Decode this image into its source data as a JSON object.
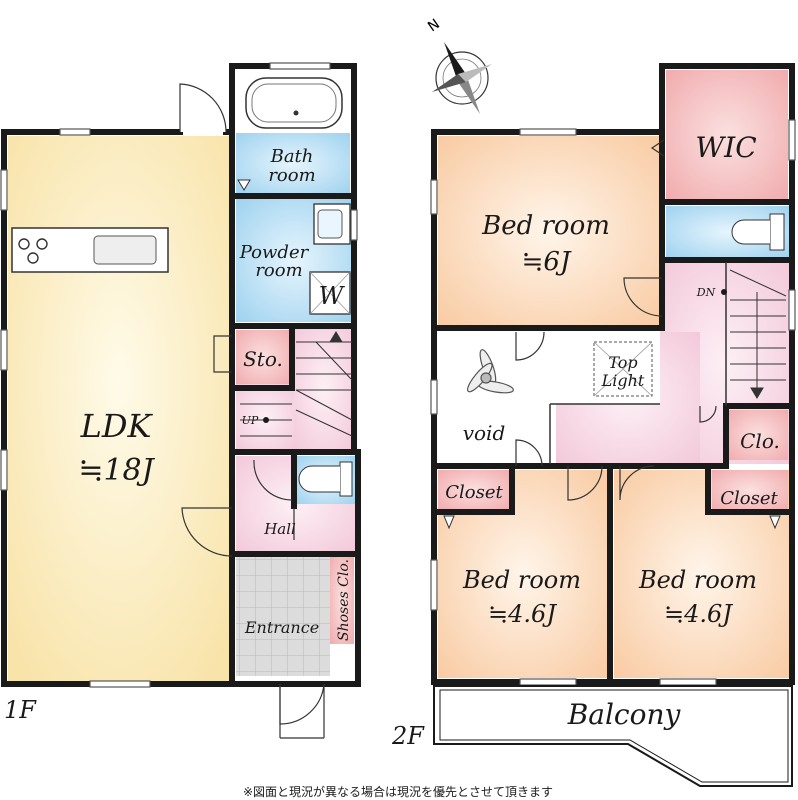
{
  "floor1": {
    "label": "1F",
    "ldk": {
      "name": "LDK",
      "size": "≒18J"
    },
    "bath": {
      "line1": "Bath",
      "line2": "room"
    },
    "powder": {
      "line1": "Powder",
      "line2": "room"
    },
    "washer": "W",
    "storage": "Sto.",
    "up": "UP",
    "hall": "Hall",
    "entrance": "Entrance",
    "shoes": "Shoses Clo."
  },
  "floor2": {
    "label": "2F",
    "wic": "WIC",
    "bed_main": {
      "name": "Bed room",
      "size": "≒6J"
    },
    "top_light": {
      "line1": "Top",
      "line2": "Light"
    },
    "void": "void",
    "dn": "DN",
    "clo": "Clo.",
    "closet_left": "Closet",
    "closet_right": "Closet",
    "bed_left": {
      "name": "Bed room",
      "size": "≒4.6J"
    },
    "bed_right": {
      "name": "Bed room",
      "size": "≒4.6J"
    },
    "balcony": "Balcony"
  },
  "compass": {
    "north": "N"
  },
  "footnote": "※図面と現況が異なる場合は現況を優先とさせて頂きます",
  "colors": {
    "ldk": "#fbe9b8",
    "bath": "#b5ddf3",
    "hall": "#f6d2e0",
    "storage": "#f2b8ba",
    "wic": "#f4b4b4",
    "bedroom": "#fad7b4",
    "entrance": "#d7d7d7",
    "wall": "#1a1a1a"
  }
}
